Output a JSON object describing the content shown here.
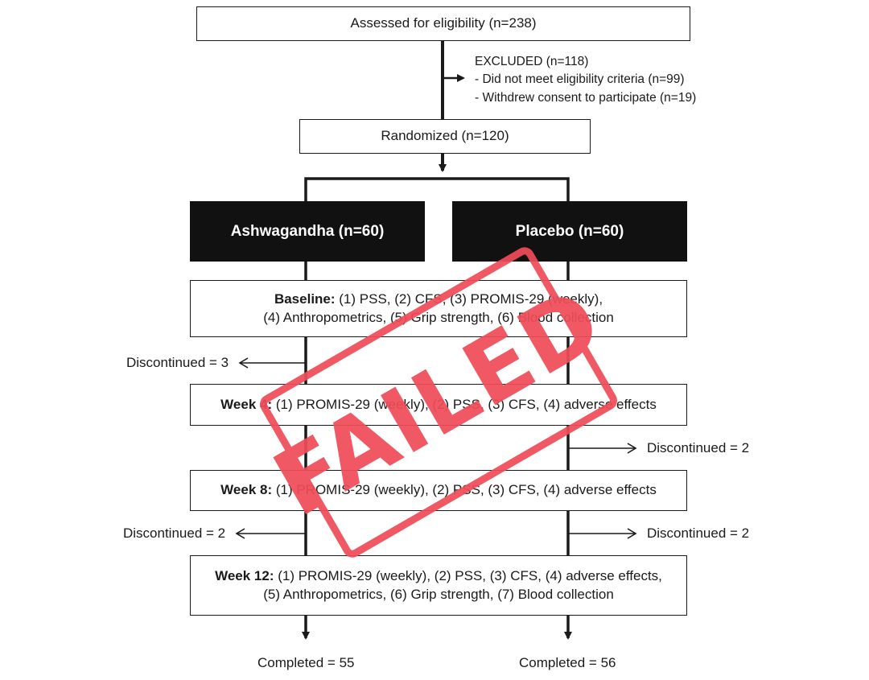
{
  "assessed": "Assessed for eligibility (n=238)",
  "excluded": {
    "title": "EXCLUDED (n=118)",
    "reasons": [
      "- Did not meet eligibility criteria (n=99)",
      "- Withdrew consent to participate (n=19)"
    ]
  },
  "randomized": "Randomized (n=120)",
  "arms": {
    "left": "Ashwagandha (n=60)",
    "right": "Placebo (n=60)"
  },
  "baseline": {
    "label": "Baseline:",
    "line1": " (1) PSS, (2) CFS, (3) PROMIS-29 (weekly),",
    "line2": "(4) Anthropometrics, (5) Grip strength, (6) Blood collection"
  },
  "week4": {
    "label": "Week 4:",
    "text": " (1) PROMIS-29 (weekly), (2) PSS, (3) CFS, (4) adverse effects"
  },
  "week8": {
    "label": "Week 8:",
    "text": " (1) PROMIS-29 (weekly), (2) PSS, (3) CFS, (4) adverse effects"
  },
  "week12": {
    "label": "Week 12:",
    "line1": " (1) PROMIS-29 (weekly), (2) PSS, (3) CFS, (4) adverse effects,",
    "line2": "(5) Anthropometrics, (6) Grip strength, (7) Blood collection"
  },
  "discontinued": {
    "left_after_baseline": "Discontinued = 3",
    "right_after_week4": "Discontinued = 2",
    "left_after_week8": "Discontinued = 2",
    "right_after_week8": "Discontinued = 2"
  },
  "completed": {
    "left": "Completed = 55",
    "right": "Completed = 56"
  },
  "stamp": {
    "text": "FAILED",
    "color": "#ef4c59"
  }
}
